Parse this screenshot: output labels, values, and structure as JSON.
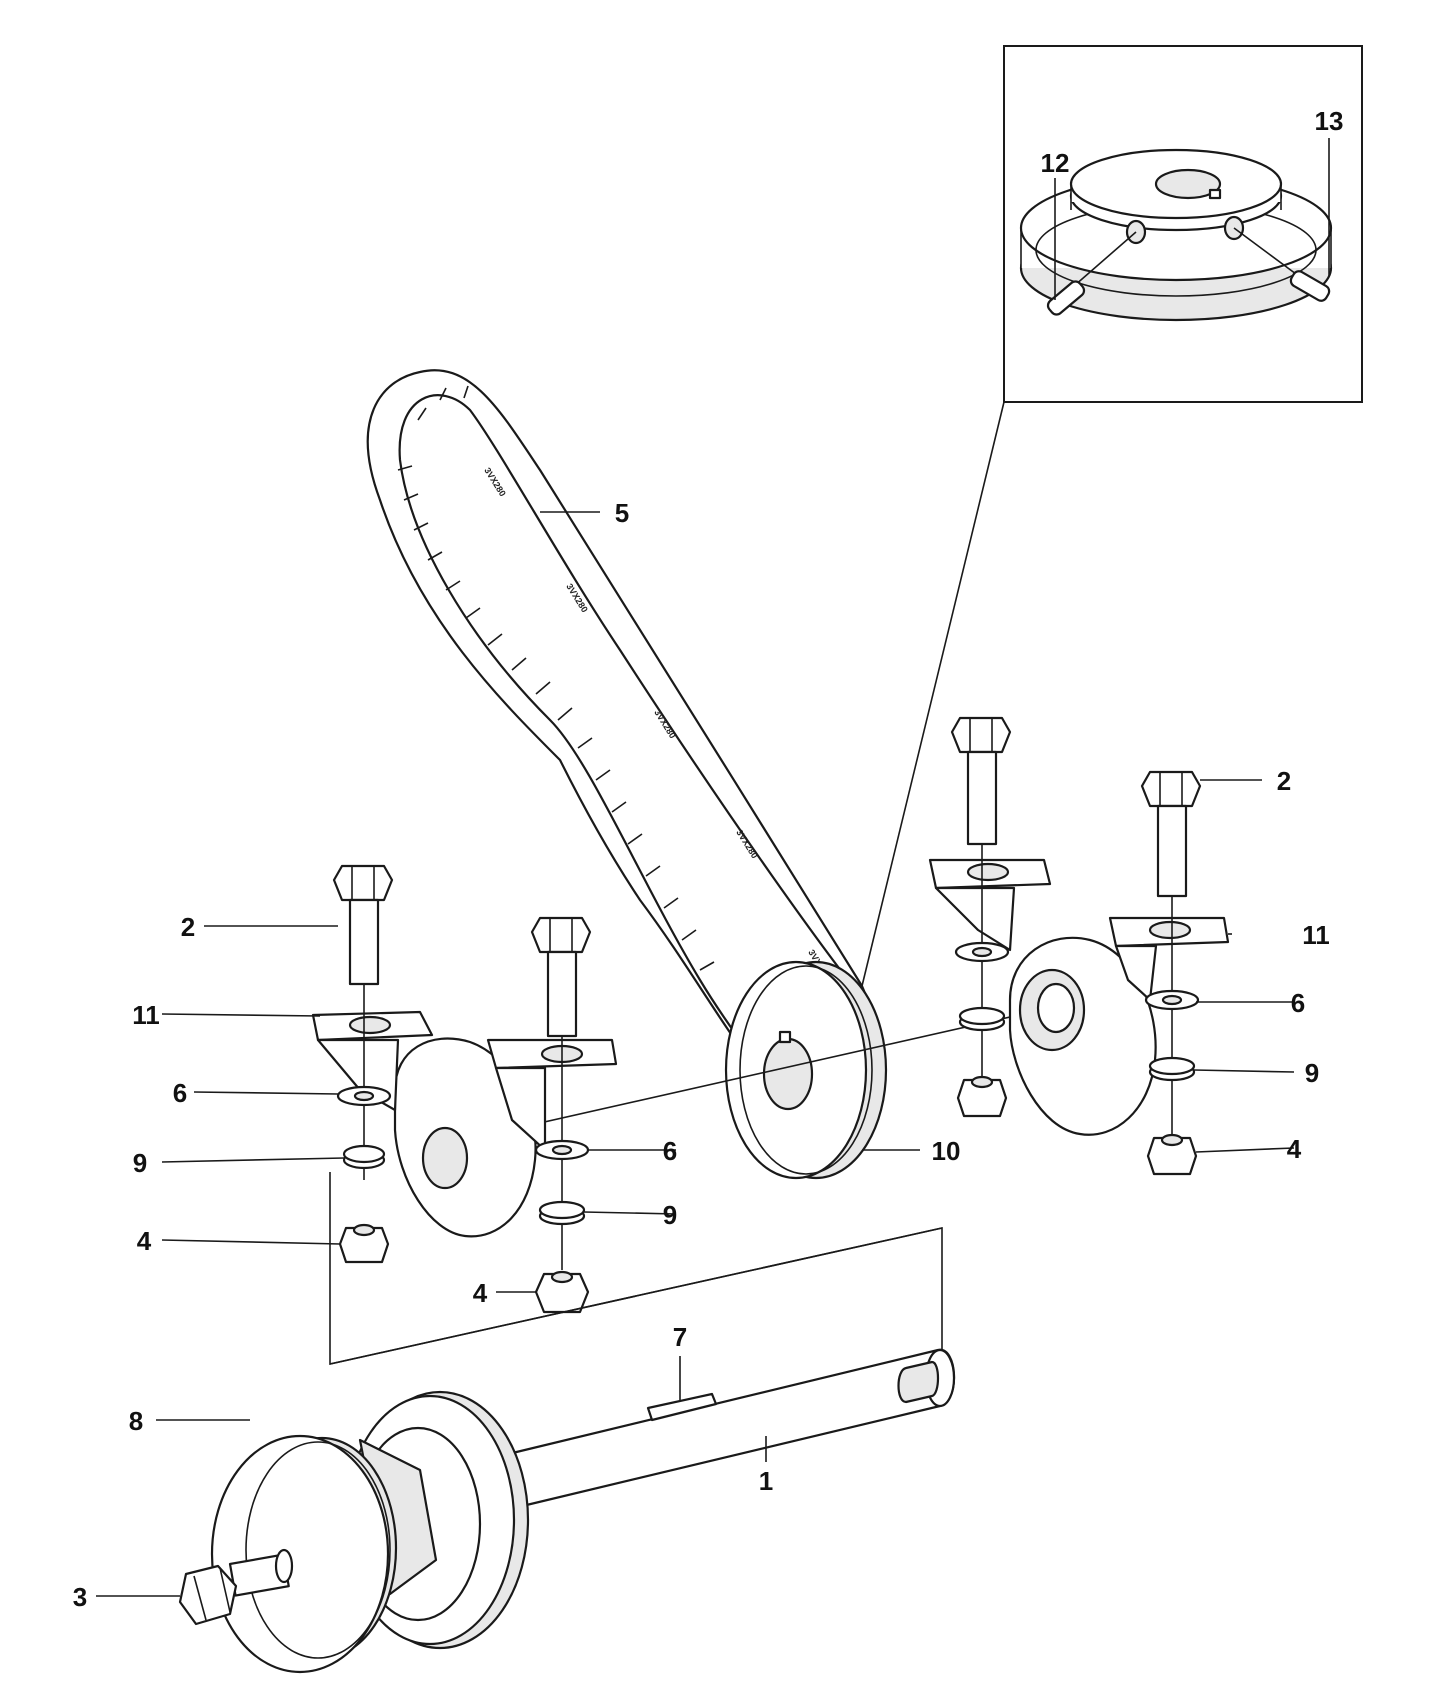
{
  "callouts": {
    "c1": "1",
    "c2_left": "2",
    "c2_right": "2",
    "c3": "3",
    "c4_a": "4",
    "c4_b": "4",
    "c4_c": "4",
    "c5": "5",
    "c6_a": "6",
    "c6_b": "6",
    "c6_c": "6",
    "c7": "7",
    "c8": "8",
    "c9_a": "9",
    "c9_b": "9",
    "c9_c": "9",
    "c10": "10",
    "c11_left": "11",
    "c11_right": "11",
    "c12": "12",
    "c13": "13"
  },
  "belt": {
    "marking": "3VX280"
  },
  "colors": {
    "line": "#1a1a1a",
    "background": "#ffffff",
    "shade": "#e8e8e8"
  }
}
